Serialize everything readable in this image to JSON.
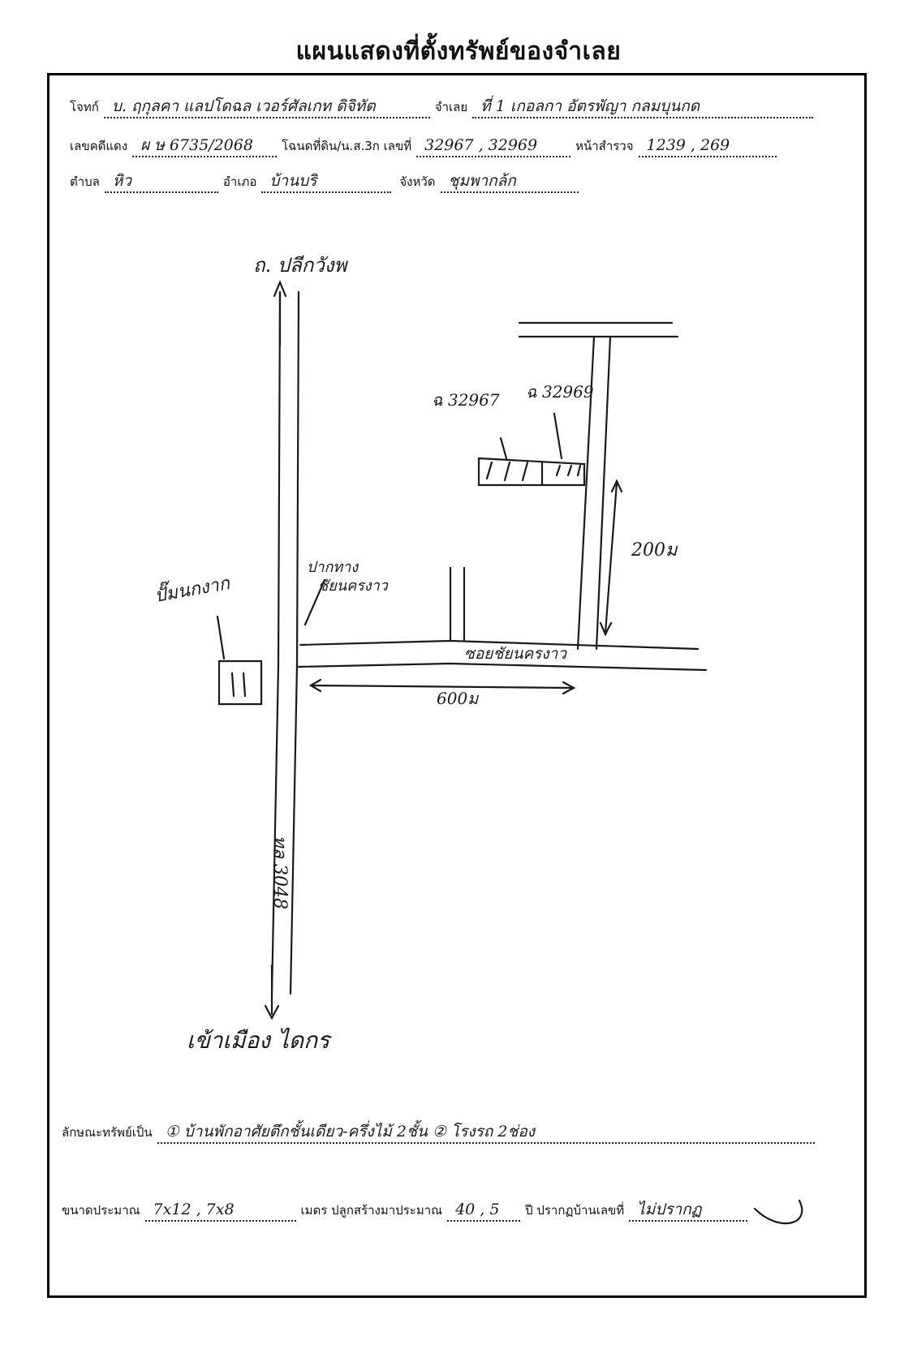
{
  "document": {
    "title": "แผนแสดงที่ตั้งทรัพย์ของจำเลย"
  },
  "header": {
    "plaintiff_label": "โจทก์",
    "plaintiff_value": "บ. ฤกุลคา แลปโดฉล เวอร์ศัลเกท ดิจิทัต",
    "defendant_label": "จำเลย",
    "defendant_value": "ที่ 1 เกอลกา อัตรพัญา กลมบุนกด",
    "case_label": "เลขคดีแดง",
    "case_value": "ผ ษ 6735/2068",
    "deed_label": "โฉนดที่ดิน/น.ส.3ก เลขที่",
    "deed_value": "32967 , 32969",
    "survey_label": "หน้าสำรวจ",
    "survey_value": "1239 , 269",
    "subdistrict_label": "ตำบล",
    "subdistrict_value": "หิว",
    "district_label": "อำเภอ",
    "district_value": "บ้านบริ",
    "province_label": "จังหวัด",
    "province_value": "ชุมพากล้ก"
  },
  "map": {
    "north_label": "ถ. ปลีกวังพ",
    "south_label": "เข้าเมือง ไดกร",
    "road_label": "ทล 3048",
    "parcel1": "ฉ 32967",
    "parcel2": "ฉ 32969",
    "entrance_note_line1": "ปากทาง",
    "entrance_note_line2": "ชัยนครงาว",
    "side_road_label": "ซอยชัยนครงาว",
    "distance_horizontal": "600ม",
    "distance_vertical": "200ม",
    "landmark_label": "ปั๊มนกงาก"
  },
  "footer": {
    "property_label": "ลักษณะทรัพย์เป็น",
    "property_value": "① บ้านพักอาศัยตึกชั้นเดียว-ครึ่งไม้ 2ชั้น   ② โรงรถ 2ช่อง",
    "size_label": "ขนาดประมาณ",
    "size_value": "7x12 , 7x8",
    "built_label": "เมตร ปลูกสร้างมาประมาณ",
    "built_value": "40 , 5",
    "house_label": "ปี ปรากฏบ้านเลขที่",
    "house_value": "ไม่ปรากฏ"
  }
}
